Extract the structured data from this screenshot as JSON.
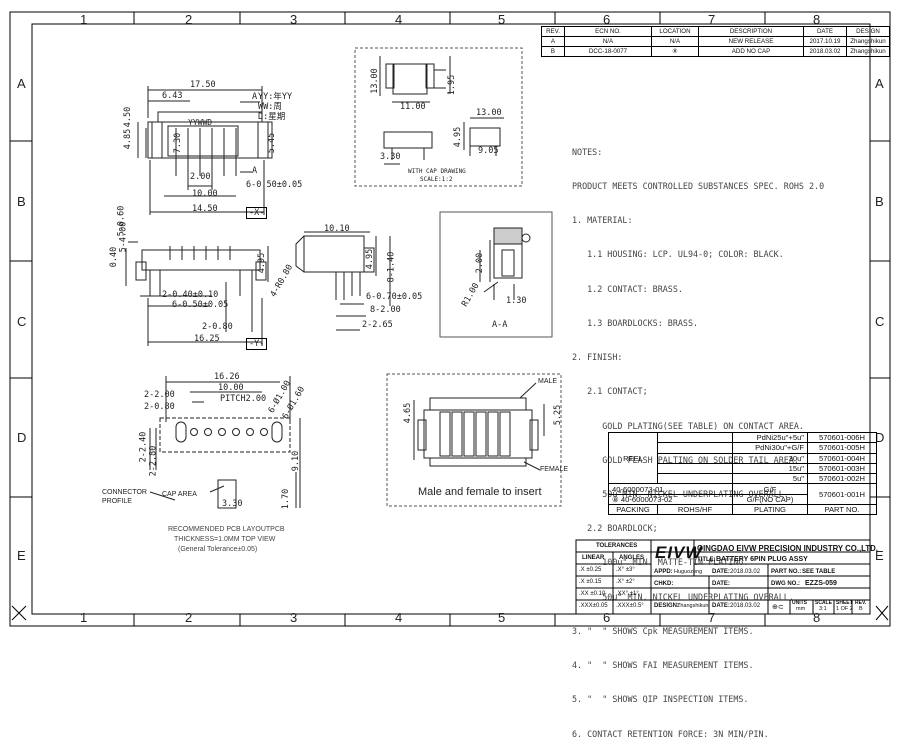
{
  "grid": {
    "columns": [
      "1",
      "2",
      "3",
      "4",
      "5",
      "6",
      "7",
      "8"
    ],
    "rows": [
      "A",
      "B",
      "C",
      "D",
      "E"
    ]
  },
  "revision_table": {
    "headers": [
      "REV.",
      "ECN NO.",
      "LOCATION",
      "DESCRIPTION",
      "DATE",
      "DESIGN"
    ],
    "rows": [
      [
        "A",
        "N/A",
        "N/A",
        "NEW RELEASE",
        "2017.10.19",
        "Zhangshikun"
      ],
      [
        "B",
        "DCC-18-0077",
        "⑧",
        "ADD NO CAP",
        "2018.03.02",
        "Zhangshikun"
      ]
    ]
  },
  "top_view": {
    "dims": [
      "17.50",
      "6.43",
      "4.50",
      "4.85",
      "7.30",
      "5.45",
      "2.00",
      "10.00",
      "6-0.50±0.05",
      "14.50"
    ],
    "marks": [
      "YYWWD",
      "A",
      "A",
      "-X-"
    ],
    "legend": [
      "YY:年YY",
      "WW:周",
      "D:星期"
    ]
  },
  "front_view": {
    "dims": [
      "5-0.60",
      "5-4.00",
      "0.40",
      "4.95",
      "2-0.40±0.10",
      "6-0.50±0.05",
      "2-0.80",
      "16.25"
    ],
    "marks": [
      "-Y-"
    ]
  },
  "side_view": {
    "dims": [
      "10.10",
      "4-R0.80",
      "4.95",
      "8-1.40",
      "6-0.70±0.05",
      "8-2.00",
      "2-2.65"
    ]
  },
  "cap_drawing": {
    "dims": [
      "13.00",
      "11.00",
      "1.95",
      "13.00",
      "4.95",
      "3.30",
      "9.05"
    ],
    "caption": "WITH CAP DRAWING",
    "scale": "SCALE:1:2"
  },
  "section_aa": {
    "dims": [
      "2.00",
      "R1.00",
      "1.30"
    ],
    "label": "A-A"
  },
  "pcb_layout": {
    "dims": [
      "16.26",
      "10.00",
      "PITCH2.00",
      "6-Ø1.00",
      "6-Ø1.60",
      "2-2.00",
      "2-0.80",
      "2-2.40",
      "2-2.80",
      "9.10",
      "3.30",
      "1.70"
    ],
    "labels": [
      "CONNECTOR PROFILE",
      "CAP AREA"
    ],
    "caption": [
      "RECOMMENDED PCB LAYOUTPCB",
      "THICKNESS=1.0MM TOP VIEW",
      "(General Tolerance±0.05)"
    ]
  },
  "mating_view": {
    "dims": [
      "4.65",
      "5.25"
    ],
    "labels": [
      "MALE",
      "FEMALE"
    ],
    "caption": "Male and female to insert"
  },
  "notes": [
    "NOTES:",
    "PRODUCT MEETS CONTROLLED SUBSTANCES SPEC. ROHS 2.0",
    "1. MATERIAL:",
    "   1.1 HOUSING: LCP. UL94-0; COLOR: BLACK.",
    "   1.2 CONTACT: BRASS.",
    "   1.3 BOARDLOCKS: BRASS.",
    "2. FINISH:",
    "   2.1 CONTACT;",
    "      GOLD PLATING(SEE TABLE) ON CONTACT AREA.",
    "      GOLD FLASH PALTING ON SOLDER TAIL AREA.",
    "      50u\"MIN. NICKEL UNDERPLATING OVERALL.",
    "   2.2 BOARDLOCK;",
    "      100u\" MIN. MATTE-TIN PLATING.",
    "      50u\" MIN. NICKEL UNDERPLATING OVERALL.",
    "3. \"  \" SHOWS Cpk MEASUREMENT ITEMS.",
    "4. \"  \" SHOWS FAI MEASUREMENT ITEMS.",
    "5. \"  \" SHOWS QIP INSPECTION ITEMS.",
    "6. CONTACT RETENTION FORCE: 3N MIN/PIN."
  ],
  "bom_table": {
    "reel_label": "REEL",
    "reel_rows": [
      [
        "PdNi25u\"+5u\"",
        "570601-006H"
      ],
      [
        "PdNi30u\"+G/F",
        "570601-005H"
      ],
      [
        "30u\"",
        "570601-004H"
      ],
      [
        "15u\"",
        "570601-003H"
      ],
      [
        "5u\"",
        "570601-002H"
      ]
    ],
    "rohs_rows": [
      [
        "40-6000073-01",
        "G/F"
      ],
      [
        "⑧ 40-6000073-02",
        "G/F(NO CAP)"
      ]
    ],
    "rohs_part": "570601-001H",
    "footer": [
      "PACKING",
      "ROHS/HF",
      "PLATING",
      "PART NO."
    ]
  },
  "title_block": {
    "tolerances_header": "TOLERANCES",
    "linear": "LINEAR",
    "angles": "ANGLES",
    "tol_rows": [
      [
        ".X  ±0.25",
        ".X°  ±3°"
      ],
      [
        ".X  ±0.15",
        ".X°  ±2°"
      ],
      [
        ".XX ±0.10",
        ".XX° ±1°"
      ],
      [
        ".XXX±0.05",
        ".XXX±0.5°"
      ]
    ],
    "logo": "EIVW",
    "company": "QINGDAO EIVW PRECISION INDUSTRY CO.,LTD.",
    "title_label": "TITLE:",
    "title": "BATTERY 6PIN PLUG ASSY",
    "appd_label": "APPD:",
    "appd": "Huguozong",
    "chkd_label": "CHKD:",
    "design_label": "DESIGN:",
    "design": "Zhangshikun",
    "date_label": "DATE:",
    "date1": "2018.03.02",
    "date2": "",
    "date3": "2018.03.02",
    "part_no_label": "PART NO.:",
    "part_no": "SEE TABLE",
    "dwg_no_label": "DWG NO.:",
    "dwg_no": "EZZS-059",
    "units_label": "UNITS",
    "units": "mm",
    "scale_label": "SCALE",
    "scale": "3:1",
    "sheet_label": "SHEET",
    "sheet": "1 OF 2",
    "rev_label": "REV.",
    "rev": "B"
  }
}
